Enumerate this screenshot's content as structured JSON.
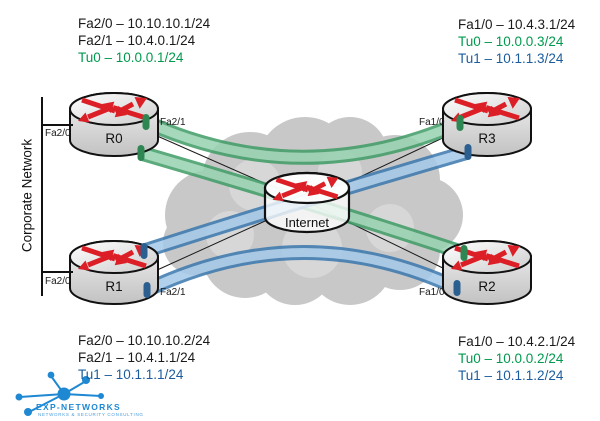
{
  "nodes": {
    "r0": "R0",
    "r1": "R1",
    "r2": "R2",
    "r3": "R3",
    "internet": "Internet"
  },
  "left_label": "Corporate Network",
  "annotations": {
    "r0": [
      "Fa2/0 – 10.10.10.1/24",
      "Fa2/1 – 10.4.0.1/24",
      "Tu0 – 10.0.0.1/24"
    ],
    "r3": [
      "Fa1/0 – 10.4.3.1/24",
      "Tu0 – 10.0.0.3/24",
      "Tu1 – 10.1.1.3/24"
    ],
    "r1": [
      "Fa2/0 – 10.10.10.2/24",
      "Fa2/1 – 10.4.1.1/24",
      "Tu1 – 10.1.1.1/24"
    ],
    "r2": [
      "Fa1/0 – 10.4.2.1/24",
      "Tu0 – 10.0.0.2/24",
      "Tu1 – 10.1.1.2/24"
    ]
  },
  "interfaces": {
    "r0_lan": "Fa2/0",
    "r0_wan": "Fa2/1",
    "r1_lan": "Fa2/0",
    "r1_wan": "Fa2/1",
    "r2_wan": "Fa1/0",
    "r3_wan": "Fa1/0"
  },
  "tunnels": [
    {
      "name": "Tu0",
      "color": "#009a4d",
      "members": [
        "R0",
        "R2",
        "R3"
      ]
    },
    {
      "name": "Tu1",
      "color": "#1b5c9e",
      "members": [
        "R1",
        "R2",
        "R3"
      ]
    }
  ],
  "colors": {
    "tunnel_green_text": "#009a4d",
    "tunnel_blue_text": "#1b5c9e",
    "tube_green_edge": "#3f9c66",
    "tube_green_fill": "#97d2b1",
    "tube_blue_edge": "#3a77ad",
    "tube_blue_fill": "#a3c8e8",
    "router_arrow_red": "#dc1f26",
    "cloud_gray": "#c8c8c8",
    "logo_blue": "#1e88d2"
  },
  "logo": {
    "brand": "EXP-NETWORKS",
    "tagline": "NETWORKS & SECURITY CONSULTING"
  }
}
